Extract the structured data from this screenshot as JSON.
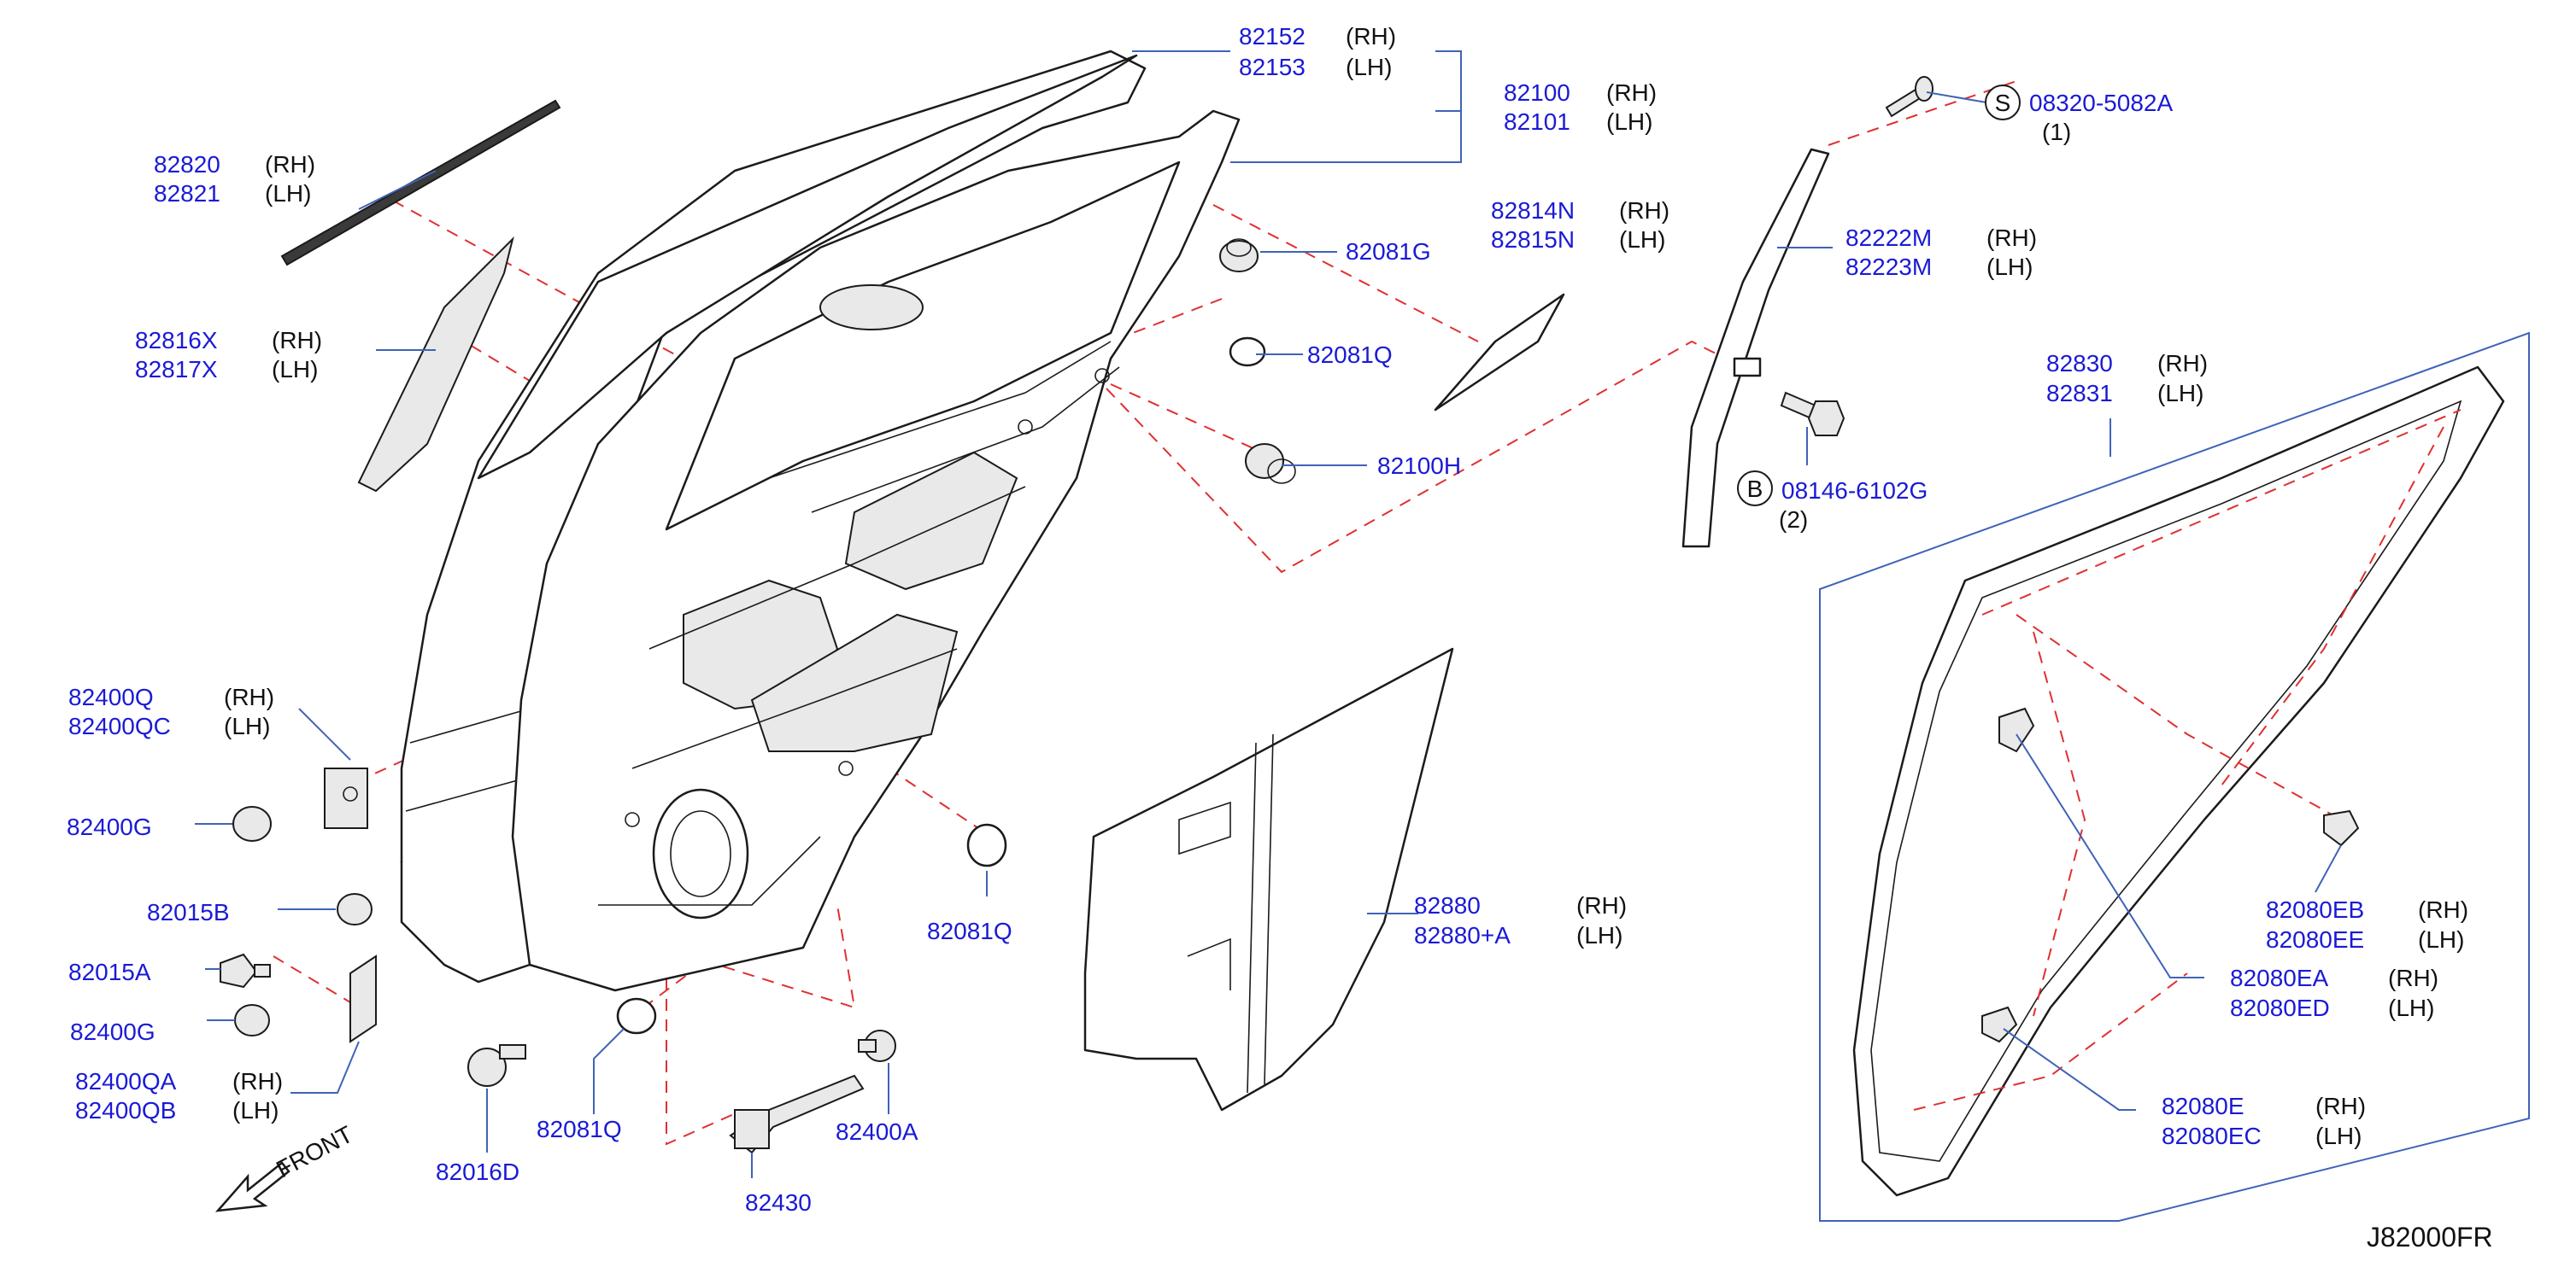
{
  "diagram": {
    "drawing_number": "J82000FR",
    "front_label": "FRONT",
    "colors": {
      "part_number": "#1a1ad6",
      "leader": "#3f63b8",
      "dashed": "#e03030",
      "outline": "#1b1b1b"
    },
    "labels": {
      "p82152": "82152",
      "p82153": "82153",
      "p82100": "82100",
      "p82101": "82101",
      "p08320": "08320-5082A",
      "q08320": "(1)",
      "p82820": "82820",
      "p82821": "82821",
      "p82081g": "82081G",
      "p82814n": "82814N",
      "p82815n": "82815N",
      "p82222m": "82222M",
      "p82223m": "82223M",
      "p82816x": "82816X",
      "p82817x": "82817X",
      "p82081q_a": "82081Q",
      "p82830": "82830",
      "p82831": "82831",
      "p82100h": "82100H",
      "p08146": "08146-6102G",
      "q08146": "(2)",
      "p82400q": "82400Q",
      "p82400qc": "82400QC",
      "p82400g_a": "82400G",
      "p82015b": "82015B",
      "p82015a": "82015A",
      "p82400g_b": "82400G",
      "p82400qa": "82400QA",
      "p82400qb": "82400QB",
      "p82016d": "82016D",
      "p82081q_b": "82081Q",
      "p82430": "82430",
      "p82400a": "82400A",
      "p82081q_c": "82081Q",
      "p82880": "82880",
      "p82880a": "82880+A",
      "p82080eb": "82080EB",
      "p82080ee": "82080EE",
      "p82080ea": "82080EA",
      "p82080ed": "82080ED",
      "p82080e": "82080E",
      "p82080ec": "82080EC",
      "rh": "(RH)",
      "lh": "(LH)",
      "screw_symbol": "S",
      "bolt_symbol": "B"
    }
  }
}
